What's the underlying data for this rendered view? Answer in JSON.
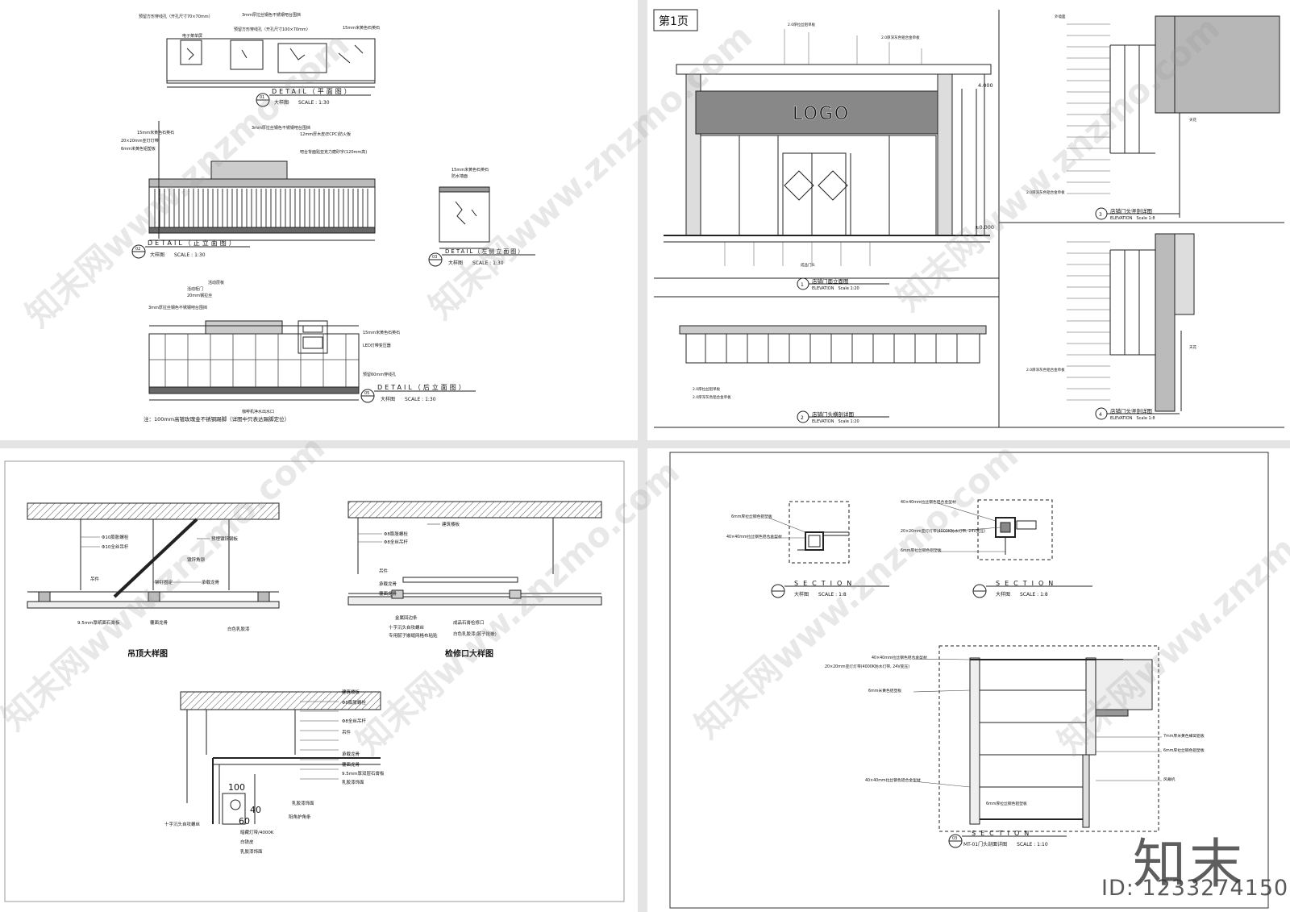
{
  "panel1": {
    "plan_title": "DETAIL（平面图）",
    "plan_scale": "大样图　　SCALE : 1:30",
    "plan_no": "01",
    "plan_notes": [
      "预留方形穿线孔（开孔尺寸70×70mm）",
      "3mm厚拉丝钢色不锈钢吧台围挡",
      "电子菜单屏",
      "预留方形穿线孔（开孔尺寸100×70mm）",
      "15mm米黄色石英石"
    ],
    "front_title": "DETAIL（正立面图）",
    "front_scale": "大样图　　SCALE : 1:30",
    "front_no": "02",
    "front_notes": [
      "3mm厚拉丝钢色不锈钢吧台围挡",
      "15mm米黄色石英石",
      "12mm厚木皮(ECPC)防火板",
      "20×20mm亚灯灯带",
      "6mm米黄色铝塑板",
      "吧台背面贴亚克力磨砂字(120mm高)"
    ],
    "side_title": "DETAIL（左侧立面图）",
    "side_scale": "大样图　　SCALE : 1:30",
    "side_no": "03",
    "side_notes": [
      "15mm米黄色石英石",
      "防水墙面"
    ],
    "back_title": "DETAIL（后立面图）",
    "back_scale": "大样图　　SCALE : 1:30",
    "back_no": "05",
    "back_notes": [
      "活动层板",
      "活动柜门",
      "20mm钢拉丝",
      "3mm厚拉丝钢色不锈钢吧台围挡",
      "15mm米黄色石英石",
      "LED灯带变压器",
      "预留60mm穿线孔",
      "咖啡机净水出水口"
    ],
    "footnote": "注：100mm高镀玫瑰金不锈钢踢脚（详图中只表达踢脚定位）"
  },
  "panel2": {
    "page_label": "第1页",
    "logo": "LOGO",
    "elevation_title": "店铺门面立面图",
    "elevation_caption": "ELEVATION　Scale 1:20",
    "elevation_no": "1",
    "level_top": "4.000",
    "level_zero": "±0.000",
    "cross_title": "店铺门头横剖详图",
    "cross_caption": "ELEVATION　Scale 1:20",
    "cross_no": "2",
    "vert1_title": "店铺门头竖剖详图",
    "vert1_caption": "ELEVATION　Scale 1:8",
    "vert1_no": "3",
    "vert2_title": "店铺门头竖剖详图",
    "vert2_caption": "ELEVATION　Scale 1:8",
    "vert2_no": "4",
    "labels": [
      "2.0厚拉丝铝单板",
      "2.0厚深灰色铝合金单板",
      "成品门头",
      "外墙面",
      "天花"
    ]
  },
  "panel3": {
    "ceiling_title": "吊顶大样图",
    "ceiling_labels": [
      "Φ10膨胀螺栓",
      "Φ10全丝吊杆",
      "吊件",
      "预埋镀锌钢板",
      "镀锌角钢",
      "铆钉固定",
      "承载龙骨",
      "覆面龙骨",
      "9.5mm厚纸面石膏板",
      "白色乳胶漆"
    ],
    "access_title": "检修口大样图",
    "access_labels": [
      "建筑楼板",
      "Φ8膨胀螺栓",
      "Φ8全丝吊杆",
      "吊件",
      "承载龙骨",
      "覆面龙骨",
      "金属回边条",
      "十字沉头自攻螺丝",
      "专用腻子嵌缝网格布粘贴",
      "成品石膏检修口",
      "白色乳胶漆(腻子批嵌)"
    ],
    "cove_labels": [
      "建筑楼板",
      "Φ8膨胀螺栓",
      "Φ8全丝吊杆",
      "吊件",
      "承载龙骨",
      "覆面龙骨",
      "9.5mm厚双层石膏板",
      "乳胶漆饰面",
      "乳胶漆饰面",
      "阳角护角条",
      "十字沉头自攻螺丝",
      "暗藏灯带/4000K",
      "白铁皮",
      "乳胶漆饰面"
    ],
    "dim_100": "100",
    "dim_40": "40",
    "dim_60": "60"
  },
  "panel4": {
    "sec1_title": "SECTION",
    "sec1_scale": "大样图　　SCALE : 1:8",
    "sec1_labels": [
      "6mm厚拉丝钢色铝塑板",
      "40×40mm拉丝钢色铝合金型材"
    ],
    "sec2_title": "SECTION",
    "sec2_scale": "大样图　　SCALE : 1:8",
    "sec2_labels": [
      "40×40mm拉丝钢色铝合金型材",
      "20×20mm亚灯灯带(4000K防水灯带, 24V变压)",
      "6mm厚拉丝钢色铝塑板"
    ],
    "sec3_title": "SECTION",
    "sec3_scale": "MT-01门头剖面详图　　SCALE : 1:10",
    "sec3_no": "03",
    "sec3_labels": [
      "40×40mm拉丝钢色铝合金型材",
      "20×20mm亚灯灯带(4000K防水灯带, 24V变压)",
      "6mm米黄色铝塑板",
      "40×40mm拉丝钢色铝合金型材",
      "6mm厚拉丝钢色铝塑板",
      "7mm厚米黄色蜂窝铝板",
      "6mm厚拉丝钢色铝塑板",
      "风幕机"
    ]
  },
  "watermark": "知末网www.znzmo.com",
  "brand": "知末",
  "id_label": "ID: 1233274150"
}
